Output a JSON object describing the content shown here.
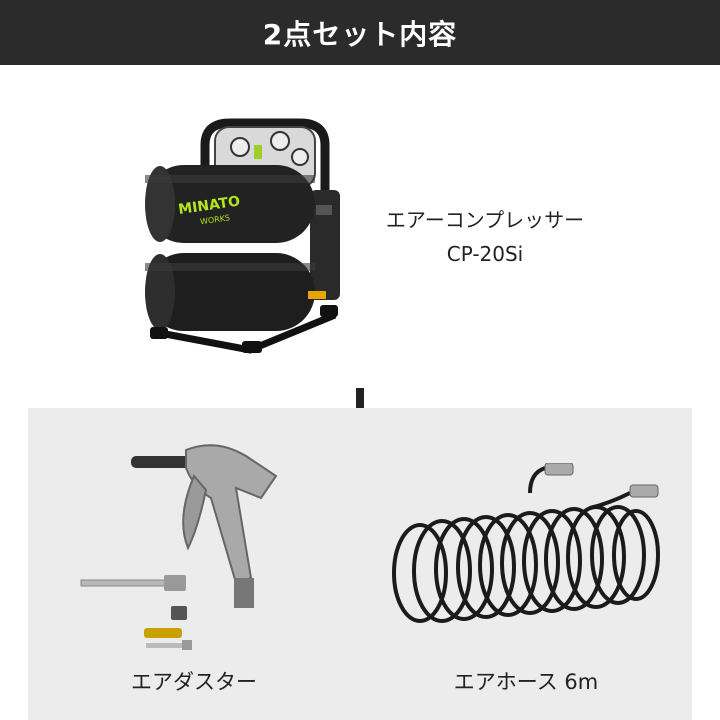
{
  "header": {
    "title": "2点セット内容"
  },
  "main_product": {
    "name": "エアーコンプレッサー",
    "model": "CP-20Si",
    "brand_logo_text": "MINATO WORKS"
  },
  "accessories": [
    {
      "label": "エアダスター"
    },
    {
      "label": "エアホース 6m"
    }
  ],
  "colors": {
    "header_bg": "#2b2b2b",
    "panel_bg": "#ececec",
    "logo_green": "#b5e61d",
    "text": "#222222"
  },
  "icons": {
    "plus": "plus-icon"
  }
}
